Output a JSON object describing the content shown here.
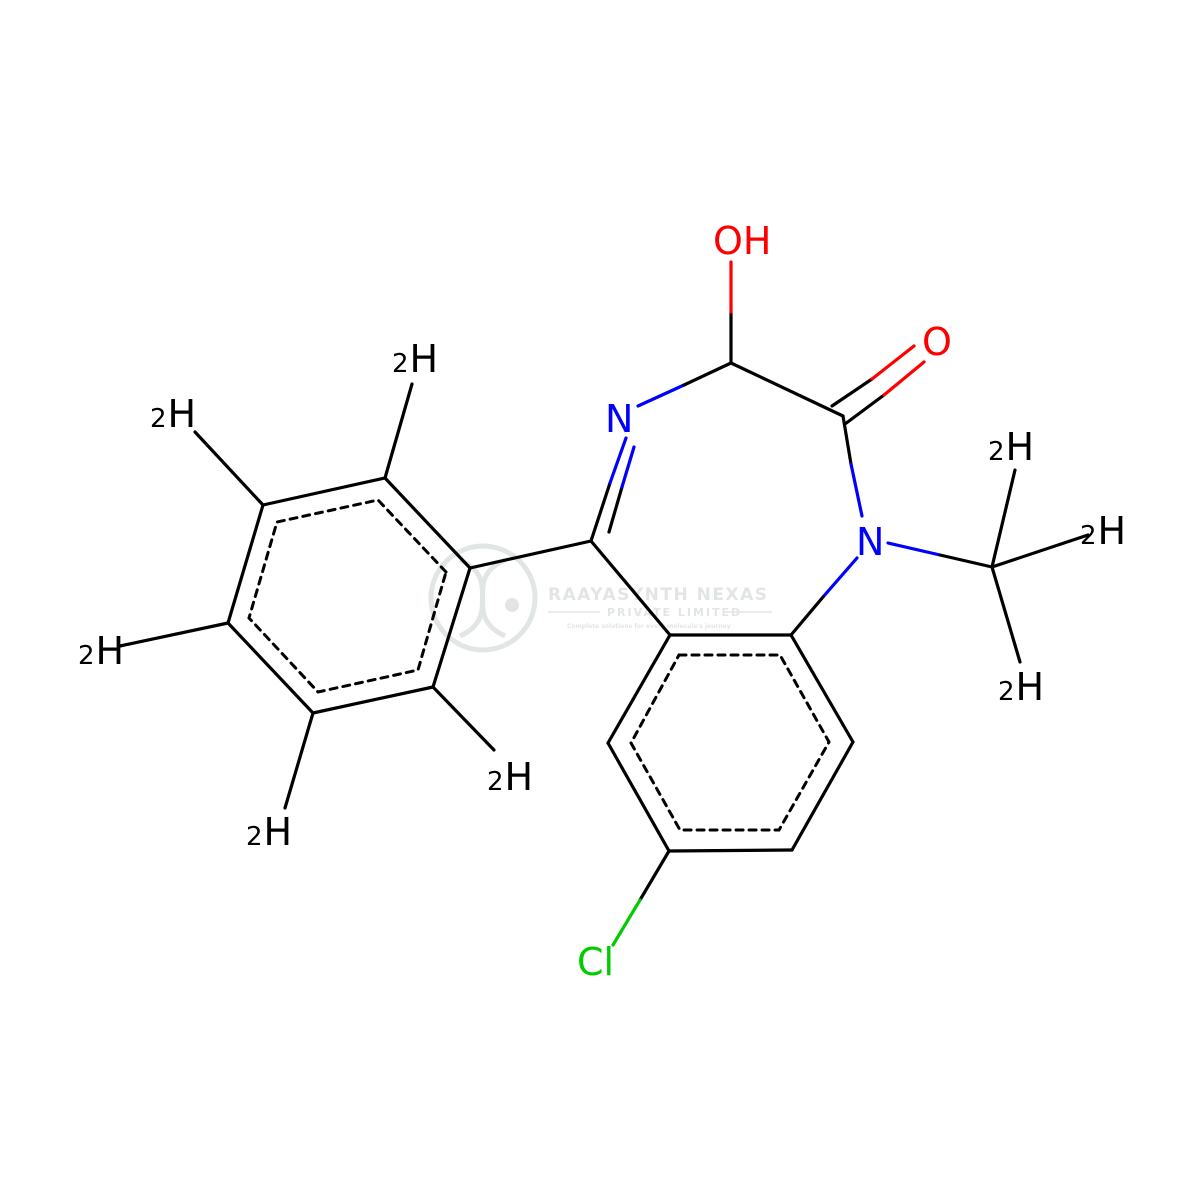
{
  "atoms": {
    "oh": "OH",
    "o_carbonyl": "O",
    "n_imine": "N",
    "n_amide": "N",
    "cl": "Cl",
    "deuterium_mass": "2",
    "deuterium_symbol": "H"
  },
  "watermark": {
    "company": "RAAYASYNTH NEXAS",
    "subtitle": "PRIVATE LIMITED",
    "tagline": "Complete solutions for every molecule's journey"
  },
  "colors": {
    "bond": "#000000",
    "nitrogen": "#0000ff",
    "oxygen": "#ff0000",
    "chlorine": "#00cc00",
    "watermark": "#c9d3cb"
  }
}
